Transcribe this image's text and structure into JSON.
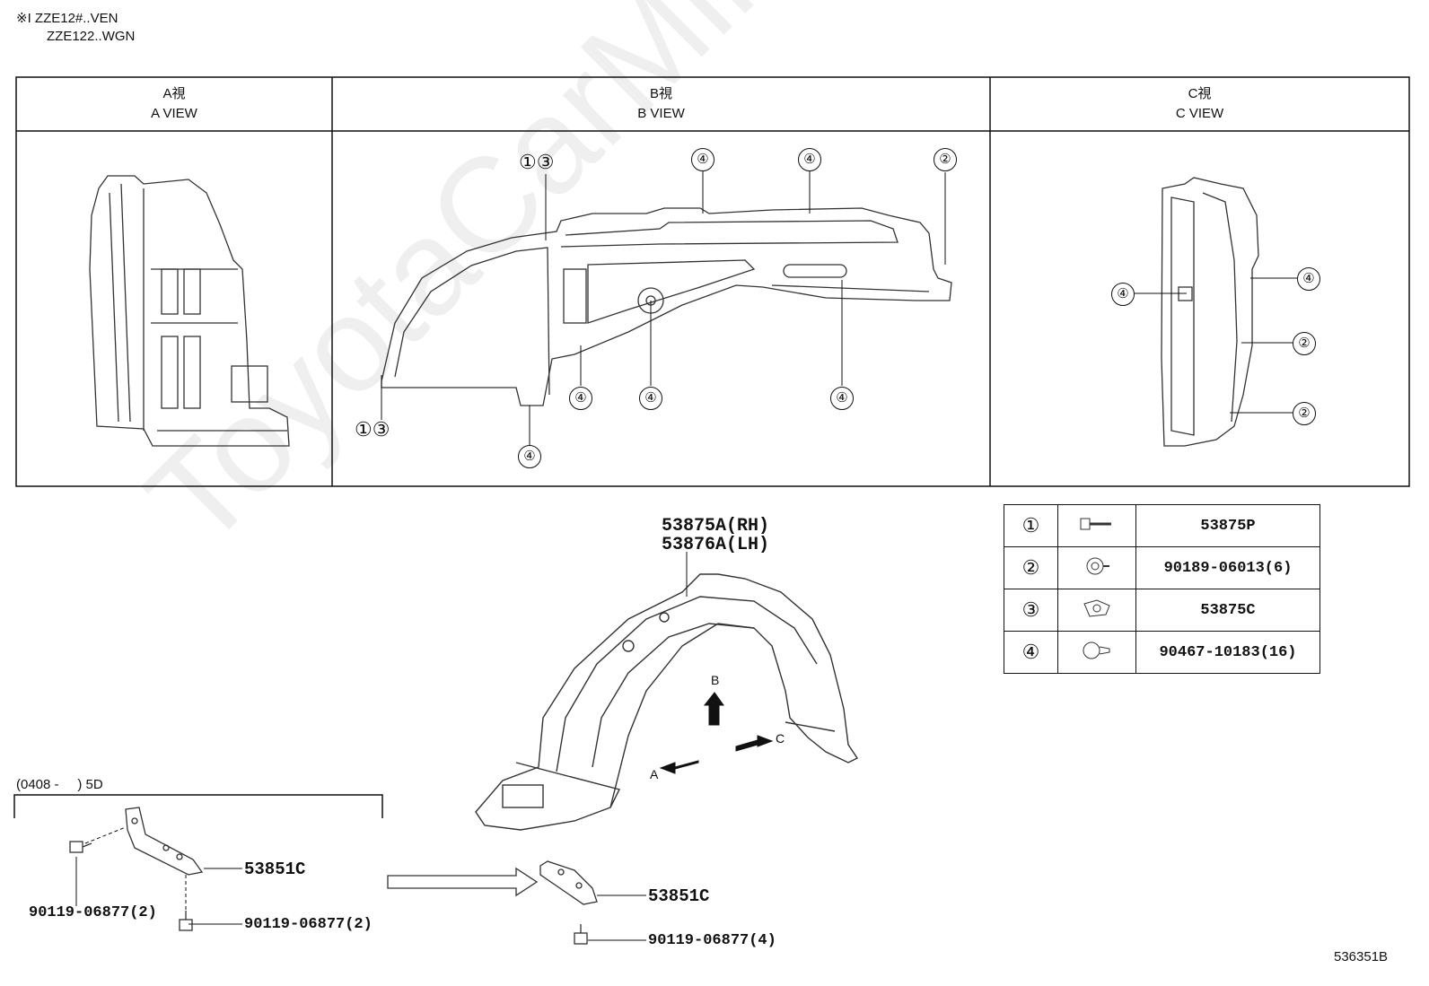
{
  "notes": {
    "line1": "※I ZZE12#..VEN",
    "line2": "ZZE122..WGN"
  },
  "views": [
    {
      "jp": "A視",
      "en": "A VIEW"
    },
    {
      "jp": "B視",
      "en": "B VIEW"
    },
    {
      "jp": "C視",
      "en": "C VIEW"
    }
  ],
  "b_view_callouts": [
    "①③",
    "④",
    "④",
    "②",
    "①③",
    "④",
    "④",
    "④",
    "④"
  ],
  "c_view_callouts": [
    "④",
    "④",
    "②",
    "②"
  ],
  "legend": [
    {
      "num": "①",
      "icon": "bolt-icon",
      "part": "53875P"
    },
    {
      "num": "②",
      "icon": "clip-icon",
      "part": "90189-06013(6)"
    },
    {
      "num": "③",
      "icon": "nut-icon",
      "part": "53875C"
    },
    {
      "num": "④",
      "icon": "push-clip-icon",
      "part": "90467-10183(16)"
    }
  ],
  "main_part": {
    "rh": "53875A(RH)",
    "lh": "53876A(LH)"
  },
  "arrows": {
    "a": "A",
    "b": "B",
    "c": "C"
  },
  "inset": {
    "range": "(0408 -     ) 5D",
    "bracket": "53851C",
    "bolt_left": "90119-06877(2)",
    "bolt_bottom": "90119-06877(2)"
  },
  "replacement": {
    "bracket": "53851C",
    "bolt": "90119-06877(4)"
  },
  "watermark": "ToyotaCarMine.ru",
  "diagram_id": "536351B"
}
